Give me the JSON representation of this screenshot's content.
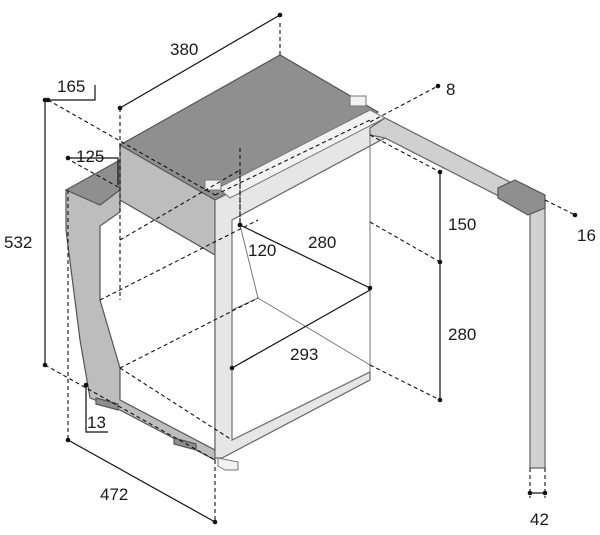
{
  "diagram": {
    "dimensions": {
      "width_top": "380",
      "depth_step": "165",
      "step_height": "125",
      "total_height": "532",
      "foot_height": "13",
      "total_depth": "472",
      "door_gap": "8",
      "door_thickness": "16",
      "door_offset": "42",
      "inner_offset": "120",
      "inner_depth": "280",
      "inner_width": "293",
      "upper_height": "150",
      "lower_height": "280"
    },
    "colors": {
      "top_panel": "#8f8f8f",
      "body_panel": "#bdbdbd",
      "frame": "#e6e6e6",
      "line": "#111111"
    }
  }
}
